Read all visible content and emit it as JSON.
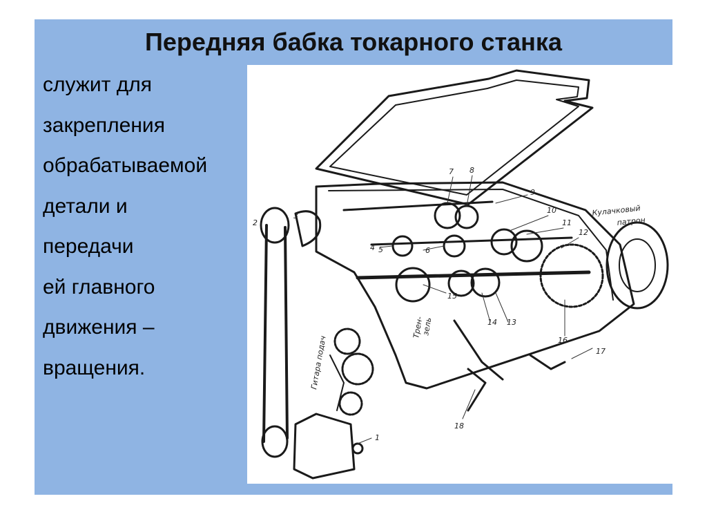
{
  "slide": {
    "title": "Передняя бабка токарного станка",
    "body_lines": [
      "служит для",
      " закрепления",
      "обрабатываемой",
      " детали и",
      "передачи",
      " ей главного",
      " движения –",
      "вращения."
    ]
  },
  "diagram": {
    "part_numbers": [
      "1",
      "2",
      "3",
      "4",
      "5",
      "6",
      "7",
      "8",
      "9",
      "10",
      "11",
      "12",
      "13",
      "14",
      "15",
      "16",
      "17",
      "18"
    ],
    "text_labels": {
      "chuck_line1": "Кулачковый",
      "chuck_line2": "патрон",
      "feed_gear": "Гитара подач",
      "tremel_line1": "Трен-",
      "tremel_line2": "зель"
    }
  },
  "colors": {
    "slide_bg": "#8fb4e3",
    "figure_bg": "#ffffff",
    "ink": "#1a1a1a"
  }
}
